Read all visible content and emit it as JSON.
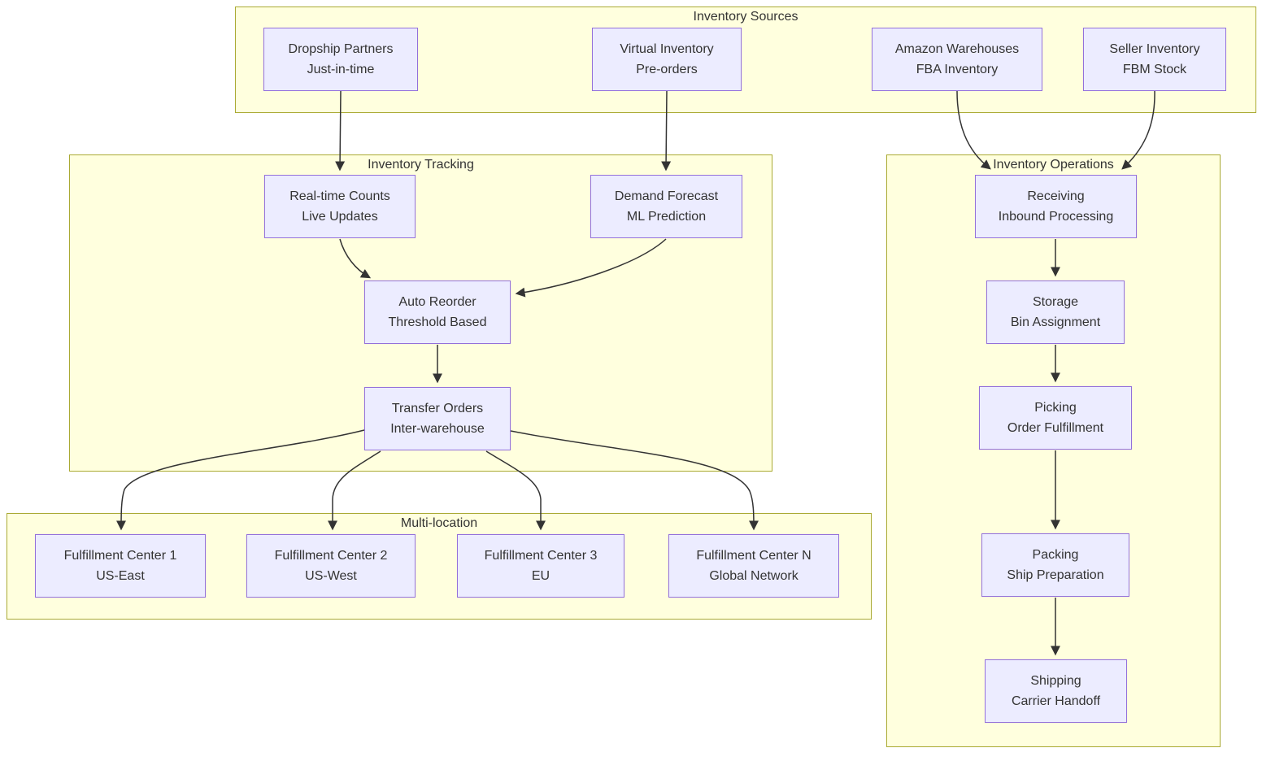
{
  "diagram": {
    "type": "flowchart",
    "colors": {
      "node_fill": "#ECECFF",
      "node_border": "#9370DB",
      "cluster_fill": "#FFFFDE",
      "cluster_border": "#AAAA33",
      "edge": "#333333",
      "text": "#333333"
    },
    "subgraphs": [
      {
        "id": "sources",
        "title": "Inventory Sources"
      },
      {
        "id": "tracking",
        "title": "Inventory Tracking"
      },
      {
        "id": "operations",
        "title": "Inventory Operations"
      },
      {
        "id": "multiloc",
        "title": "Multi-location"
      }
    ],
    "nodes": [
      {
        "id": "dropship",
        "line1": "Dropship Partners",
        "line2": "Just-in-time",
        "subgraph": "Inventory Sources"
      },
      {
        "id": "virtual",
        "line1": "Virtual Inventory",
        "line2": "Pre-orders",
        "subgraph": "Inventory Sources"
      },
      {
        "id": "amazon",
        "line1": "Amazon Warehouses",
        "line2": "FBA Inventory",
        "subgraph": "Inventory Sources"
      },
      {
        "id": "seller",
        "line1": "Seller Inventory",
        "line2": "FBM Stock",
        "subgraph": "Inventory Sources"
      },
      {
        "id": "realtime",
        "line1": "Real-time Counts",
        "line2": "Live Updates",
        "subgraph": "Inventory Tracking"
      },
      {
        "id": "demand",
        "line1": "Demand Forecast",
        "line2": "ML Prediction",
        "subgraph": "Inventory Tracking"
      },
      {
        "id": "autoreorder",
        "line1": "Auto Reorder",
        "line2": "Threshold Based",
        "subgraph": "Inventory Tracking"
      },
      {
        "id": "transfer",
        "line1": "Transfer Orders",
        "line2": "Inter-warehouse",
        "subgraph": "Inventory Tracking"
      },
      {
        "id": "receiving",
        "line1": "Receiving",
        "line2": "Inbound Processing",
        "subgraph": "Inventory Operations"
      },
      {
        "id": "storage",
        "line1": "Storage",
        "line2": "Bin Assignment",
        "subgraph": "Inventory Operations"
      },
      {
        "id": "picking",
        "line1": "Picking",
        "line2": "Order Fulfillment",
        "subgraph": "Inventory Operations"
      },
      {
        "id": "packing",
        "line1": "Packing",
        "line2": "Ship Preparation",
        "subgraph": "Inventory Operations"
      },
      {
        "id": "shipping",
        "line1": "Shipping",
        "line2": "Carrier Handoff",
        "subgraph": "Inventory Operations"
      },
      {
        "id": "fc1",
        "line1": "Fulfillment Center 1",
        "line2": "US-East",
        "subgraph": "Multi-location"
      },
      {
        "id": "fc2",
        "line1": "Fulfillment Center 2",
        "line2": "US-West",
        "subgraph": "Multi-location"
      },
      {
        "id": "fc3",
        "line1": "Fulfillment Center 3",
        "line2": "EU",
        "subgraph": "Multi-location"
      },
      {
        "id": "fcn",
        "line1": "Fulfillment Center N",
        "line2": "Global Network",
        "subgraph": "Multi-location"
      }
    ],
    "edges": [
      {
        "from": "dropship",
        "to": "realtime"
      },
      {
        "from": "virtual",
        "to": "demand"
      },
      {
        "from": "amazon",
        "to": "receiving"
      },
      {
        "from": "seller",
        "to": "receiving"
      },
      {
        "from": "realtime",
        "to": "autoreorder"
      },
      {
        "from": "demand",
        "to": "autoreorder"
      },
      {
        "from": "autoreorder",
        "to": "transfer"
      },
      {
        "from": "transfer",
        "to": "fc1"
      },
      {
        "from": "transfer",
        "to": "fc2"
      },
      {
        "from": "transfer",
        "to": "fc3"
      },
      {
        "from": "transfer",
        "to": "fcn"
      },
      {
        "from": "receiving",
        "to": "storage"
      },
      {
        "from": "storage",
        "to": "picking"
      },
      {
        "from": "picking",
        "to": "packing"
      },
      {
        "from": "packing",
        "to": "shipping"
      }
    ]
  }
}
